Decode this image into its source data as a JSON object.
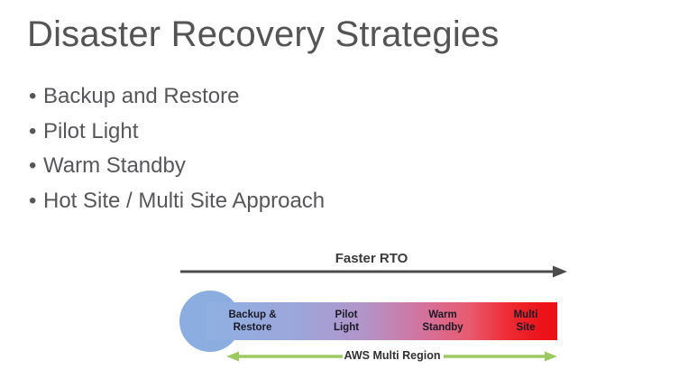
{
  "slide": {
    "title": "Disaster Recovery Strategies",
    "bullet_glyph": "•",
    "bullets": [
      "Backup and Restore",
      "Pilot Light",
      "Warm Standby",
      "Hot Site / Multi Site Approach"
    ]
  },
  "diagram": {
    "rto_arrow_label": "Faster RTO",
    "segments": [
      {
        "line1": "Backup &",
        "line2": "Restore"
      },
      {
        "line1": "Pilot",
        "line2": "Light"
      },
      {
        "line1": "Warm",
        "line2": "Standby"
      },
      {
        "line1": "Multi",
        "line2": "Site"
      }
    ],
    "region_arrow_label": "AWS Multi Region",
    "colors": {
      "circle_blue": "#8cade0",
      "gradient_start": "#8fb0e2",
      "gradient_middle": "#b394c9",
      "gradient_end": "#ec1218",
      "rto_arrow": "#4c4c4c",
      "region_arrow_green": "#9dc963",
      "title_gray": "#545457",
      "bar_label_text": "#1a1a26"
    }
  }
}
